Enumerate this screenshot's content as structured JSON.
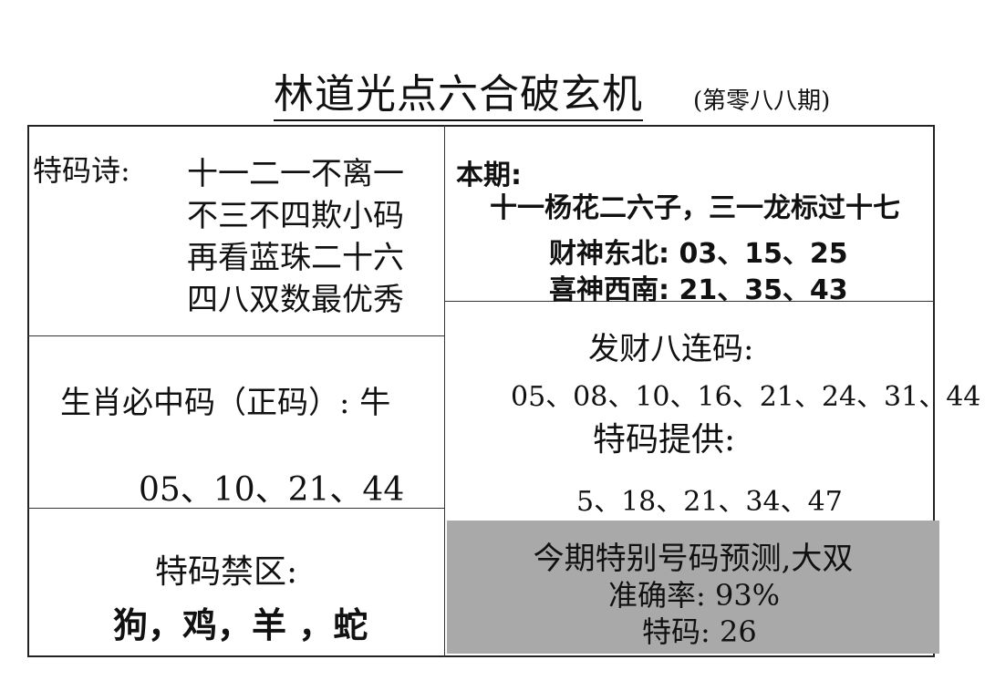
{
  "header": {
    "title": "林道光点六合破玄机",
    "issue": "(第零八八期)"
  },
  "poem": {
    "label": "特码诗:",
    "lines": [
      "十一二一不离一",
      "不三不四欺小码",
      "再看蓝珠二十六",
      "四八双数最优秀"
    ]
  },
  "current": {
    "label": "本期:",
    "line": "十一杨花二六子，三一龙标过十七",
    "wealth": "财神东北: 03、15、25",
    "joy": "喜神西南: 21、35、43"
  },
  "zodiac": {
    "label": "生肖必中码（正码）: 牛",
    "numbers": "05、10、21、44"
  },
  "lucky": {
    "label": "发财八连码:",
    "numbers": "05、08、10、16、21、24、31、44"
  },
  "special": {
    "label": "特码提供:",
    "numbers": "5、18、21、34、47"
  },
  "forbidden": {
    "label": "特码禁区:",
    "animals": "狗，鸡，羊 ，蛇"
  },
  "prediction": {
    "line1": "今期特别号码预测,大双",
    "line2": "准确率: 93%",
    "line3": "特码: 26"
  },
  "colors": {
    "highlight_bg": "#a9a9a9",
    "border": "#222222"
  }
}
